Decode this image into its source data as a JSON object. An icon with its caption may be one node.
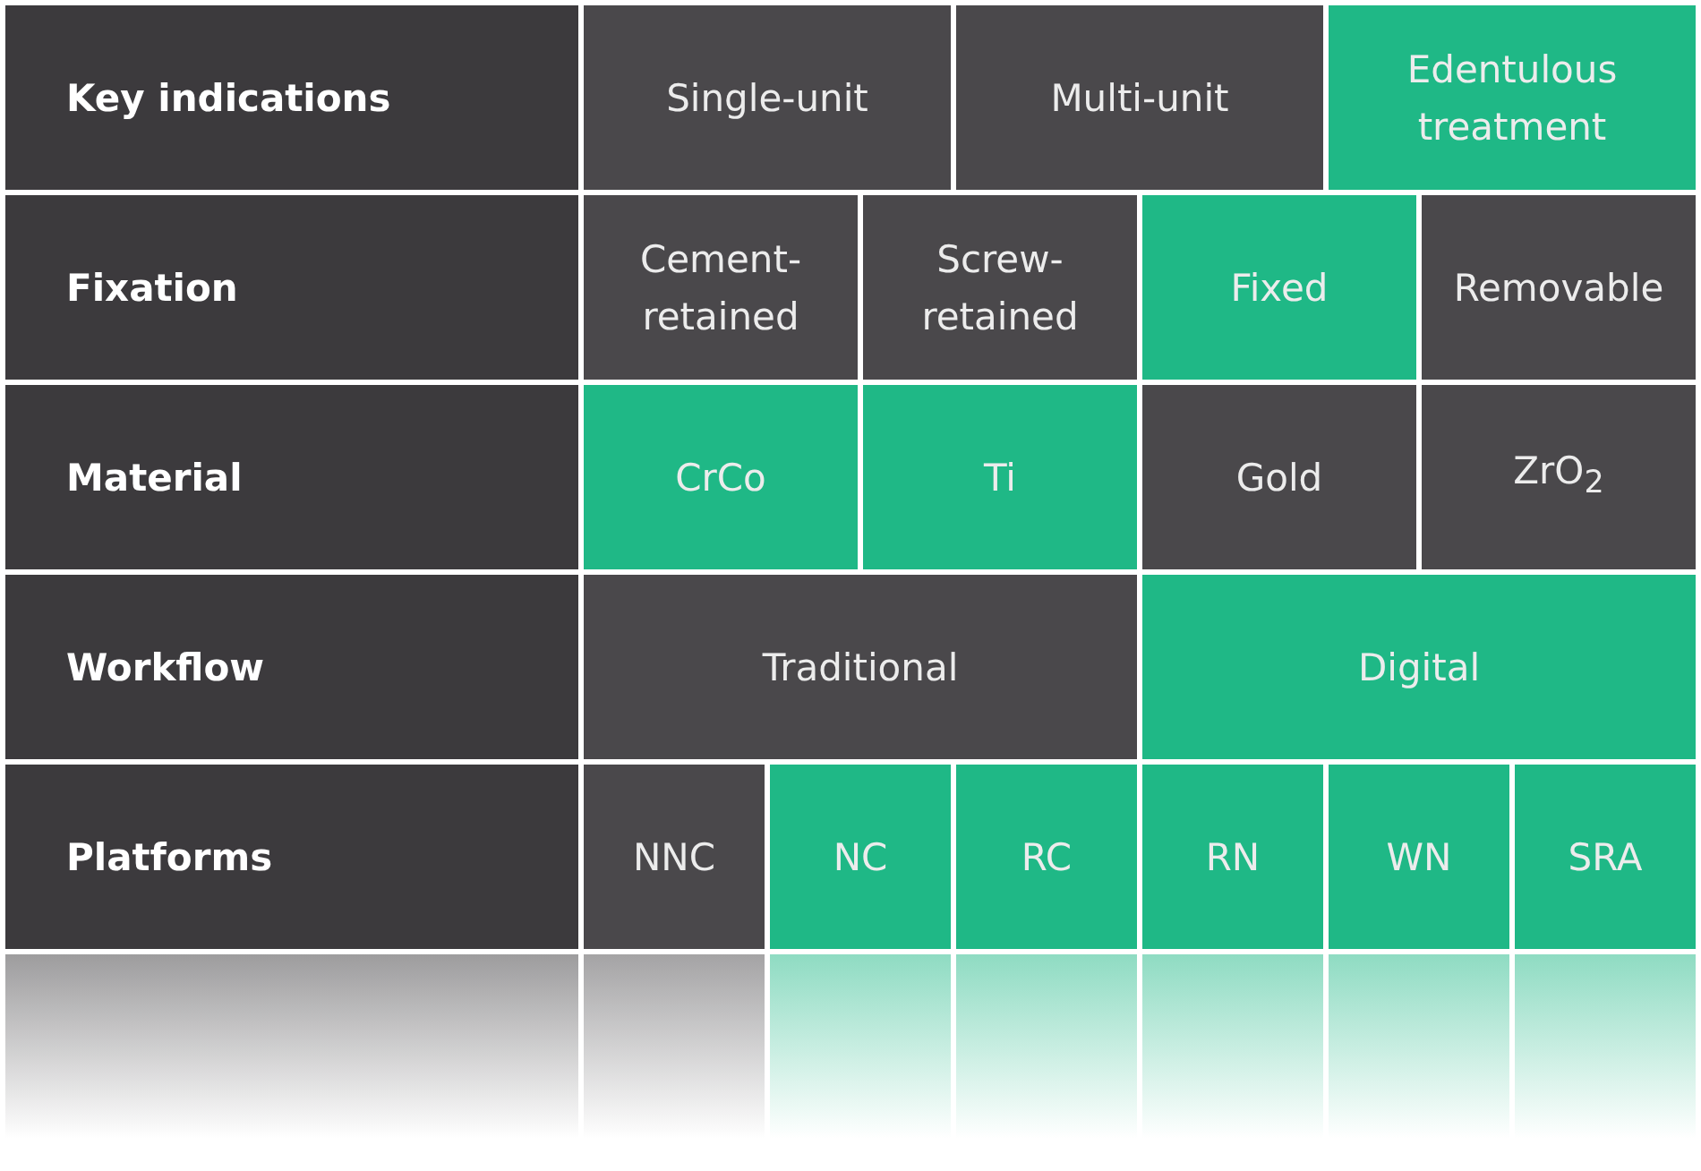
{
  "diagram": {
    "nodes": [
      {
        "text": [
          "Key indications"
        ]
      },
      {
        "text": [
          "Single-unit"
        ]
      },
      {
        "text": [
          "Multi-unit"
        ]
      },
      {
        "text": [
          "Edentulous treatment"
        ]
      },
      {
        "text": [
          "Fixation"
        ]
      },
      {
        "text": [
          "Cement-retained"
        ]
      },
      {
        "text": [
          "Screw-retained"
        ]
      },
      {
        "text": [
          "Fixed"
        ]
      },
      {
        "text": [
          "Removable"
        ]
      },
      {
        "text": [
          "Material"
        ]
      },
      {
        "text": [
          "CrCo"
        ]
      },
      {
        "text": [
          "Ti"
        ]
      },
      {
        "text": [
          "Gold"
        ]
      },
      {
        "text": [
          "ZrO$_{2}$"
        ]
      },
      {
        "text": [
          "Workflow"
        ]
      },
      {
        "text": [
          "Traditional"
        ]
      },
      {
        "text": [
          "Digital"
        ]
      },
      {
        "text": [
          "Platforms"
        ]
      },
      {
        "text": [
          "NNC"
        ]
      },
      {
        "text": [
          "NC"
        ]
      },
      {
        "text": [
          "RC"
        ]
      },
      {
        "text": [
          "RN"
        ]
      },
      {
        "text": [
          "WN"
        ]
      },
      {
        "text": [
          "SRA"
        ]
      }
    ]
  }
}
